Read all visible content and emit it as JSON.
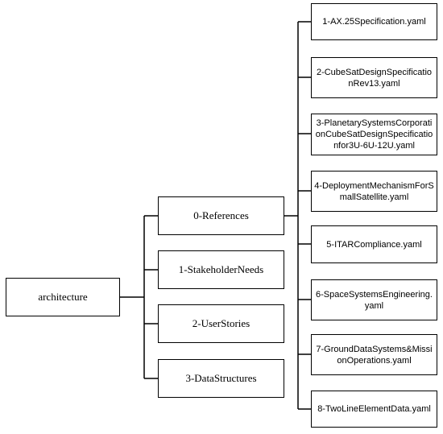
{
  "root": {
    "label": "architecture"
  },
  "level1": [
    {
      "label": "0-References"
    },
    {
      "label": "1-StakeholderNeeds"
    },
    {
      "label": "2-UserStories"
    },
    {
      "label": "3-DataStructures"
    }
  ],
  "references": [
    {
      "label": "1-AX.25Specification.yaml"
    },
    {
      "label": "2-CubeSatDesignSpecificationRev13.yaml"
    },
    {
      "label": "3-PlanetarySystemsCorporationCubeSatDesignSpecificationfor3U-6U-12U.yaml"
    },
    {
      "label": "4-DeploymentMechanismForSmallSatellite.yaml"
    },
    {
      "label": "5-ITARCompliance.yaml"
    },
    {
      "label": "6-SpaceSystemsEngineering.yaml"
    },
    {
      "label": "7-GroundDataSystems&MissionOperations.yaml"
    },
    {
      "label": "8-TwoLineElementData.yaml"
    }
  ]
}
